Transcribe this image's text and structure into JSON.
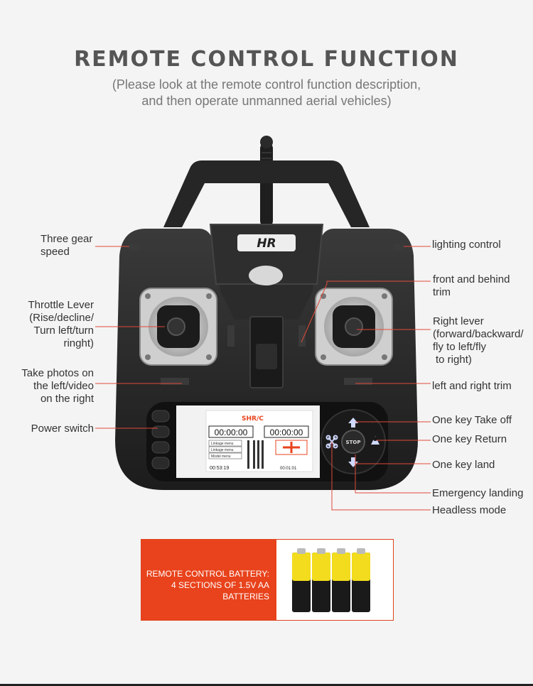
{
  "header": {
    "title": "REMOTE CONTROL FUNCTION",
    "subtitle_line1": "(Please look at the remote control function description,",
    "subtitle_line2": "and then operate unmanned aerial vehicles)"
  },
  "labels_left": {
    "three_gear_l1": "Three gear",
    "three_gear_l2": "speed",
    "throttle_l1": "Throttle Lever",
    "throttle_l2": "(Rise/decline/",
    "throttle_l3": "Turn left/turn",
    "throttle_l4": "ringht)",
    "photo_l1": "Take photos on",
    "photo_l2": "the left/video",
    "photo_l3": "on the right",
    "power_switch": "Power switch"
  },
  "labels_right": {
    "lighting": "lighting control",
    "front_trim_l1": "front and behind",
    "front_trim_l2": "trim",
    "right_lever_l1": "Right lever",
    "right_lever_l2": "(forward/backward/",
    "right_lever_l3": "fly to left/fly",
    "right_lever_l4": "to right)",
    "lr_trim": "left and right trim",
    "takeoff": "One key  Take off",
    "return": "One key  Return",
    "land": "One key  land",
    "emergency": "Emergency landing",
    "headless": "Headless mode"
  },
  "device": {
    "logo": "HR",
    "screen_brand": "SHR/C",
    "screen_time1": "00:00:00",
    "screen_time2": "00:00:00",
    "menu1": "Linkage menu",
    "menu2": "Linkage menu",
    "menu3": "Model menu",
    "clock": "00:53:19",
    "clock2": "00:01:01",
    "stop_label": "STOP"
  },
  "battery": {
    "line1": "REMOTE CONTROL BATTERY:",
    "line2": "4 SECTIONS OF 1.5V AA",
    "line3": "BATTERIES"
  },
  "colors": {
    "accent_red": "#e8431c",
    "battery_yellow": "#f2dc1d"
  }
}
